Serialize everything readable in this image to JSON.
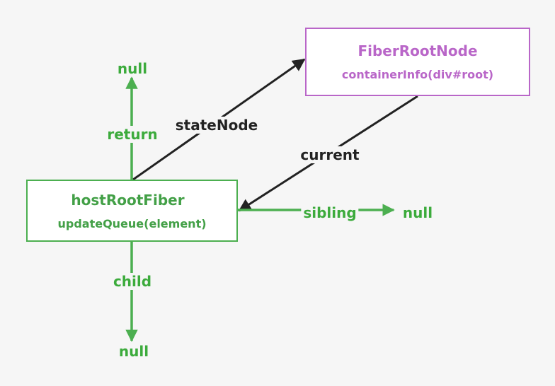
{
  "colors": {
    "background": "#f6f6f6",
    "purple": "#b966c8",
    "green": "#4caf50",
    "green_text": "#3cab3c",
    "dark": "#222222"
  },
  "fiber_root_node": {
    "title": "FiberRootNode",
    "subtitle": "containerInfo(div#root)"
  },
  "host_root_fiber": {
    "title": "hostRootFiber",
    "subtitle": "updateQueue(element)"
  },
  "edges": {
    "state_node": "stateNode",
    "current": "current",
    "return": "return",
    "child": "child",
    "sibling": "sibling"
  },
  "nulls": {
    "top": "null",
    "bottom": "null",
    "right": "null"
  }
}
